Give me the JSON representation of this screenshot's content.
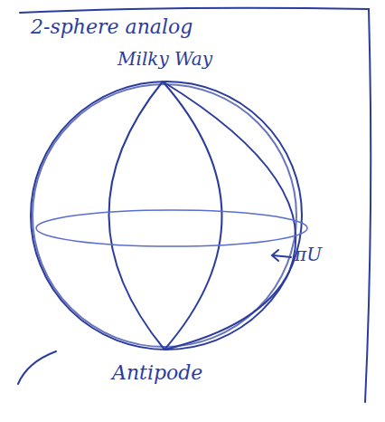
{
  "diagram": {
    "title": "2-sphere analog",
    "labels": [
      "Milky Way",
      "Antipode",
      "πU"
    ]
  }
}
